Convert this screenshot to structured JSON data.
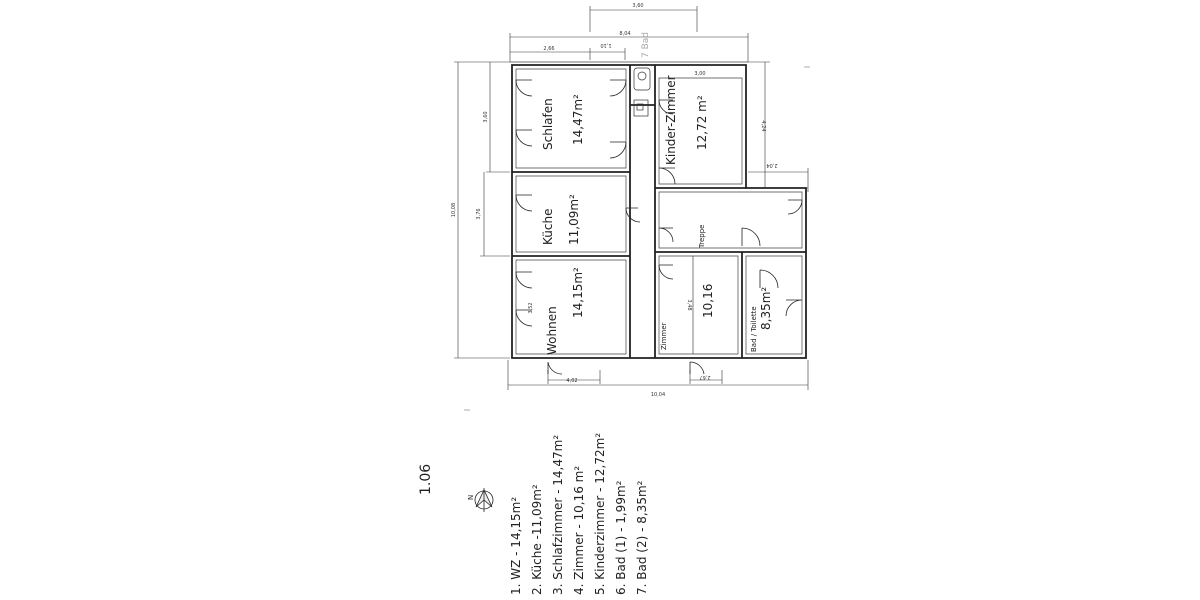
{
  "dimensions": {
    "top_stair_width": "3,60",
    "overall_width_top": "8,04",
    "schlafen_width": "2,66",
    "bad_small_width": "1,10",
    "kinder_width": "3,00",
    "schlafen_depth": "3,60",
    "kueche_depth": "3,76",
    "wohnen_depth": "3,52",
    "overall_depth": "10,08",
    "kinder_depth": "4,24",
    "right_step": "2,04",
    "zimmer_depth": "3,48",
    "bottom_left": "4,02",
    "bottom_mid": "2,67",
    "overall_bottom": "10,04"
  },
  "rooms": {
    "schlafen": {
      "name": "Schlafen",
      "area": "14,47m²"
    },
    "kinderzimmer": {
      "name": "Kinder-Zimmer",
      "area": "12,72 m²"
    },
    "kueche": {
      "name": "Küche",
      "area": "11,09m²"
    },
    "treppe": {
      "name": "Treppe"
    },
    "wohnen": {
      "name": "Wohnen",
      "area": "14,15m²"
    },
    "zimmer": {
      "name": "Zimmer",
      "area": "10,16"
    },
    "bad_toilette": {
      "name": "Bad / Toilette",
      "area": "8,35m²"
    },
    "bad_small": {
      "name": "7 Bad"
    }
  },
  "drawing_number": "1.06",
  "compass": {
    "label": "N"
  },
  "legend": [
    "1.  WZ - 14,15m²",
    "2.  Küche -11,09m²",
    "3. Schlafzimmer - 14,47m²",
    "4. Zimmer  - 10,16 m²",
    "5.  Kinderzimmer - 12,72m²",
    "6. Bad (1) -  1,99m²",
    "7. Bad (2) -  8,35m²"
  ]
}
